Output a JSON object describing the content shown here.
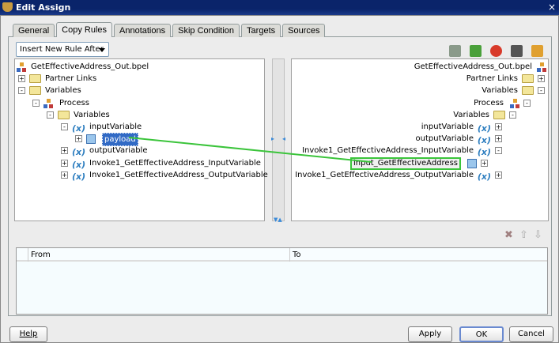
{
  "window": {
    "title": "Edit Assign",
    "close": "×"
  },
  "tabs": [
    {
      "label": "General"
    },
    {
      "label": "Copy Rules",
      "active": true
    },
    {
      "label": "Annotations"
    },
    {
      "label": "Skip Condition"
    },
    {
      "label": "Targets"
    },
    {
      "label": "Sources"
    }
  ],
  "insert_mode": {
    "selected": "Insert New Rule After"
  },
  "toolbar_icons": [
    "expression-icon",
    "xml-fragment-icon",
    "delete-icon",
    "xpath-icon",
    "copy-icon"
  ],
  "source_tree": [
    {
      "label": "GetEffectiveAddress_Out.bpel",
      "icon": "process-icon"
    },
    {
      "label": "Partner Links",
      "icon": "folder-icon",
      "exp": "+"
    },
    {
      "label": "Variables",
      "icon": "folder-open-icon",
      "exp": "-"
    },
    {
      "label": "Process",
      "icon": "process-icon",
      "exp": "-"
    },
    {
      "label": "Variables",
      "icon": "folder-open-icon",
      "exp": "-"
    },
    {
      "label": "inputVariable",
      "icon": "variable-icon",
      "exp": "-"
    },
    {
      "label": "payload",
      "icon": "element-icon",
      "exp": "+",
      "selected": true
    },
    {
      "label": "outputVariable",
      "icon": "variable-icon",
      "exp": "+"
    },
    {
      "label": "Invoke1_GetEffectiveAddress_InputVariable",
      "icon": "variable-icon",
      "exp": "+"
    },
    {
      "label": "Invoke1_GetEffectiveAddress_OutputVariable",
      "icon": "variable-icon",
      "exp": "+"
    }
  ],
  "target_tree": [
    {
      "label": "GetEffectiveAddress_Out.bpel",
      "icon": "process-icon"
    },
    {
      "label": "Partner Links",
      "icon": "folder-icon",
      "exp": "+"
    },
    {
      "label": "Variables",
      "icon": "folder-open-icon",
      "exp": "-"
    },
    {
      "label": "Process",
      "icon": "process-icon",
      "exp": "-"
    },
    {
      "label": "Variables",
      "icon": "folder-open-icon",
      "exp": "-"
    },
    {
      "label": "inputVariable",
      "icon": "variable-icon",
      "exp": "+"
    },
    {
      "label": "outputVariable",
      "icon": "variable-icon",
      "exp": "+"
    },
    {
      "label": "Invoke1_GetEffectiveAddress_InputVariable",
      "icon": "variable-icon",
      "exp": "-"
    },
    {
      "label": "input_GetEffectiveAddress",
      "icon": "element-icon",
      "exp": "+",
      "highlighted": true
    },
    {
      "label": "Invoke1_GetEffectiveAddress_OutputVariable",
      "icon": "variable-icon",
      "exp": "+"
    }
  ],
  "mapping_color": "#3bc43b",
  "rules_table": {
    "columns": [
      "From",
      "To"
    ],
    "rows": []
  },
  "buttons": {
    "help": "Help",
    "apply": "Apply",
    "ok": "OK",
    "cancel": "Cancel"
  }
}
